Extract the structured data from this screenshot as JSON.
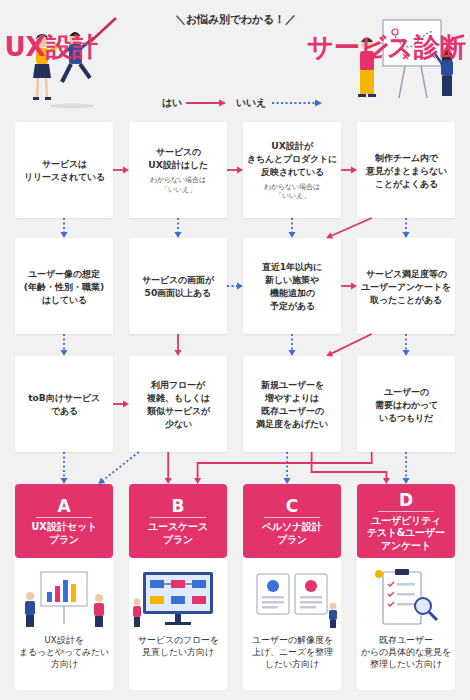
{
  "diagram": {
    "title": "UX設計 サービス診断",
    "nodes": [
      {
        "text": [
          "サービスは リリースされている"
        ]
      },
      {
        "text": [
          "サービスの UX設計はした",
          "わからない場合は 「いいえ」"
        ]
      },
      {
        "text": [
          "UX設計が きちんとプロダクトに 反映されている",
          "わからない場合は 「いいえ」"
        ]
      },
      {
        "text": [
          "制作チーム内で 意見がまとまらない ことがよくある"
        ]
      },
      {
        "text": [
          "ユーザー像の想定 (年齢・性別・職業) はしている"
        ]
      },
      {
        "text": [
          "サービスの画面が 50画面以上ある"
        ]
      },
      {
        "text": [
          "直近1年以内に 新しい施策や 機能追加の 予定がある"
        ]
      },
      {
        "text": [
          "サービス満足度等の ユーザーアンケートを 取ったことがある"
        ]
      },
      {
        "text": [
          "toB向けサービス である"
        ]
      },
      {
        "text": [
          "利用フローが 複雑、もしくは 類似サービスが 少ない"
        ]
      },
      {
        "text": [
          "新規ユーザーを 増やすよりは 既存ユーザーの 満足度をあげたい"
        ]
      },
      {
        "text": [
          "ユーザーの 需要はわかって いるつもりだ"
        ]
      },
      {
        "text": [
          "UX設計を まるっとやってみたい 方向け"
        ]
      },
      {
        "text": [
          "A",
          "UX設計セット プラン"
        ],
        "in": 12
      },
      {
        "text": [
          "サービスのフローを 見直したい方向け"
        ]
      },
      {
        "text": [
          "B",
          "ユースケース プラン"
        ],
        "in": 14
      },
      {
        "text": [
          "ユーザーの解像度を 上げ、ニーズを整理 したい方向け"
        ]
      },
      {
        "text": [
          "C",
          "ペルソナ設計 プラン"
        ],
        "in": 16
      },
      {
        "text": [
          "既存ユーザー からの具体的な意見を 整理したい方向け"
        ]
      },
      {
        "text": [
          "D",
          "ユーザビリティ テスト&ユーザー アンケート"
        ],
        "in": 18
      }
    ],
    "edges": [
      {
        "from": 0,
        "to": 1,
        "arrow": "to"
      },
      {
        "from": 0,
        "to": 4,
        "arrow": "to"
      },
      {
        "from": 1,
        "to": 2,
        "arrow": "to"
      },
      {
        "from": 1,
        "to": 5,
        "arrow": "to"
      },
      {
        "from": 2,
        "to": 3,
        "arrow": "to"
      },
      {
        "from": 2,
        "to": 6,
        "arrow": "to"
      },
      {
        "from": 3,
        "to": 6,
        "arrow": "to"
      },
      {
        "from": 3,
        "to": 7,
        "arrow": "to"
      },
      {
        "from": 4,
        "to": 8,
        "arrow": "to"
      },
      {
        "from": 5,
        "to": 6,
        "arrow": "to"
      },
      {
        "from": 5,
        "to": 9,
        "arrow": "to"
      },
      {
        "from": 6,
        "to": 7,
        "arrow": "to"
      },
      {
        "from": 6,
        "to": 10,
        "arrow": "to"
      },
      {
        "from": 7,
        "to": 10,
        "arrow": "to"
      },
      {
        "from": 7,
        "to": 11,
        "arrow": "to"
      },
      {
        "from": 8,
        "to": 9,
        "arrow": "to"
      },
      {
        "from": 8,
        "to": 13,
        "arrow": "to"
      },
      {
        "from": 9,
        "to": 13,
        "arrow": "to"
      },
      {
        "from": 9,
        "to": 15,
        "arrow": "to"
      },
      {
        "from": 10,
        "to": 17,
        "arrow": "to"
      },
      {
        "from": 10,
        "to": 19,
        "arrow": "to"
      },
      {
        "from": 11,
        "to": 19,
        "arrow": "to"
      },
      {
        "from": 11,
        "to": 15,
        "arrow": "to"
      }
    ],
    "labels": [
      "＼お悩み別でわかる！／"
    ],
    "legend": [
      {
        "text": "はい"
      },
      {
        "text": "いいえ"
      }
    ]
  }
}
